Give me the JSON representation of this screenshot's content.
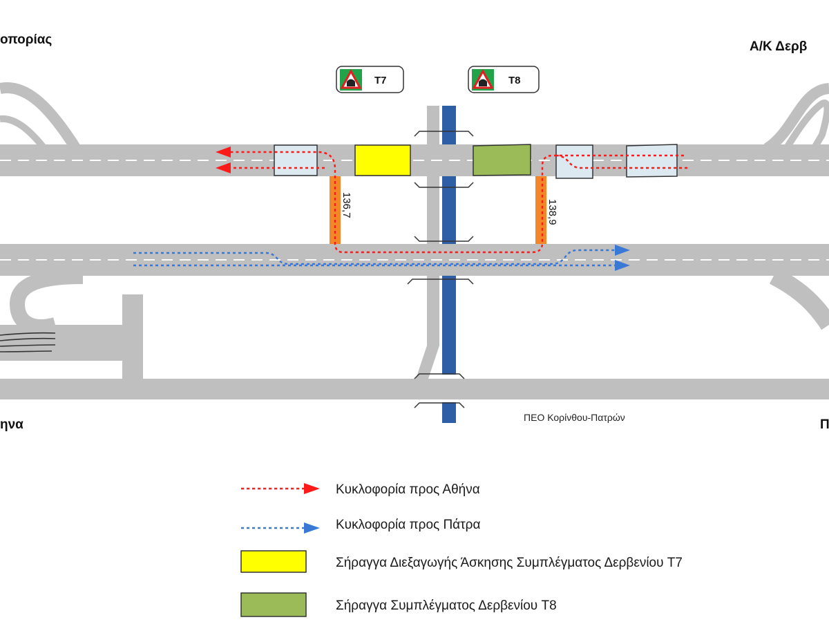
{
  "places": {
    "top_left": "οπορίας",
    "top_right": "Α/Κ Δερβ",
    "bottom_left": "ηνα",
    "bottom_right": "Π"
  },
  "road_label": "ΠΕΟ Κορίνθου-Πατρών",
  "signs": [
    {
      "label": "T7"
    },
    {
      "label": "T8"
    }
  ],
  "crossovers": [
    {
      "km": "136,7"
    },
    {
      "km": "138,9"
    }
  ],
  "legend": [
    {
      "label": "Κυκλοφορία προς Αθήνα",
      "color": "#ff1a1a",
      "icon": "red-dotted-arrow"
    },
    {
      "label": "Κυκλοφορία προς Πάτρα",
      "color": "#3a78d6",
      "icon": "blue-dotted-arrow"
    },
    {
      "label": "Σήραγγα Διεξαγωγής Άσκησης Συμπλέγματος Δερβενίου T7",
      "color": "#ffff00",
      "icon": "yellow-swatch"
    },
    {
      "label": "Σήραγγα Συμπλέγματος Δερβενίου T8",
      "color": "#9bbb59",
      "icon": "green-swatch"
    }
  ],
  "colors": {
    "road": "#bfbfbf",
    "tunnel_t7": "#ffff00",
    "tunnel_t8": "#9bbb59",
    "vms_box": "#dce9f0",
    "crossover": "#f4862a",
    "rail": "#2e5fa6",
    "to_athens": "#ff1a1a",
    "to_patra": "#3a78d6"
  }
}
